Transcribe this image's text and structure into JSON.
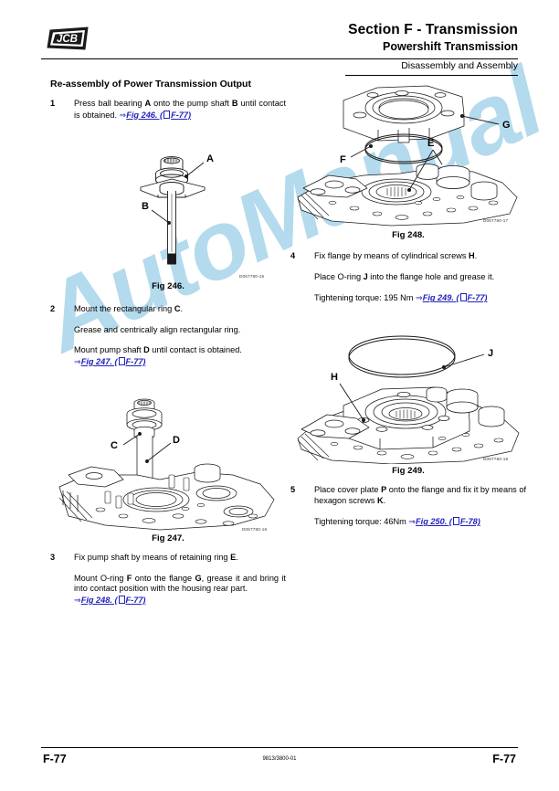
{
  "header": {
    "logo_text": "JCB",
    "title": "Section F - Transmission",
    "subtitle": "Powershift Transmission",
    "right_note": "Disassembly and Assembly"
  },
  "section_title": "Re-assembly of Power Transmission Output",
  "steps": {
    "s1": {
      "num": "1",
      "p1_a": "Press ball bearing ",
      "p1_b1": "A",
      "p1_c": " onto the pump shaft ",
      "p1_b2": "B",
      "p1_d": " until contact is obtained. ",
      "link_arrow": "⇒",
      "link_fig": "Fig 246. (",
      "link_page": "F-77)"
    },
    "s2": {
      "num": "2",
      "p1_a": "Mount the rectangular ring ",
      "p1_b": "C",
      "p1_c": ".",
      "p2": "Grease and centrically align rectangular ring.",
      "p3_a": "Mount pump shaft ",
      "p3_b": "D",
      "p3_c": " until contact is obtained.",
      "link_arrow": "⇒",
      "link_fig": "Fig 247. (",
      "link_page": "F-77)"
    },
    "s3": {
      "num": "3",
      "p1_a": "Fix pump shaft by means of retaining ring ",
      "p1_b": "E",
      "p1_c": ".",
      "p2_a": "Mount O-ring ",
      "p2_b1": "F",
      "p2_c": " onto the flange ",
      "p2_b2": "G",
      "p2_d": ", grease it and bring it into contact position with the housing rear part.",
      "link_arrow": "⇒",
      "link_fig": "Fig 248. (",
      "link_page": "F-77)"
    },
    "s4": {
      "num": "4",
      "p1_a": "Fix flange by means of cylindrical screws ",
      "p1_b": "H",
      "p1_c": ".",
      "p2_a": "Place O-ring ",
      "p2_b": "J",
      "p2_c": " into the flange hole and grease it.",
      "p3": "Tightening torque: 195 Nm ",
      "link_arrow": "⇒",
      "link_fig": "Fig 249. (",
      "link_page": "F-77)"
    },
    "s5": {
      "num": "5",
      "p1_a": "Place cover plate ",
      "p1_b1": "P",
      "p1_c": " onto the flange and fix it by means of hexagon screws ",
      "p1_b2": "K",
      "p1_d": ".",
      "p3": "Tightening torque: 46Nm ",
      "link_arrow": "⇒",
      "link_fig": "Fig 250. (",
      "link_page": "F-78)"
    }
  },
  "figures": {
    "fig246": {
      "caption": "Fig 246.",
      "code": "D067780-15",
      "callouts": {
        "a": "A",
        "b": "B"
      }
    },
    "fig247": {
      "caption": "Fig 247.",
      "code": "D067780-16",
      "callouts": {
        "c": "C",
        "d": "D"
      }
    },
    "fig248": {
      "caption": "Fig 248.",
      "code": "D067780-17",
      "callouts": {
        "e": "E",
        "f": "F",
        "g": "G"
      }
    },
    "fig249": {
      "caption": "Fig 249.",
      "code": "D067780-18",
      "callouts": {
        "h": "H",
        "j": "J"
      }
    }
  },
  "footer": {
    "left": "F-77",
    "center": "9813/3800-01",
    "right": "F-77"
  },
  "watermark": {
    "text": "AutoManual",
    "color": "#a8d4ea"
  },
  "colors": {
    "link": "#2222bb",
    "line": "#1a1a1a",
    "watermark": "#a8d4ea"
  }
}
